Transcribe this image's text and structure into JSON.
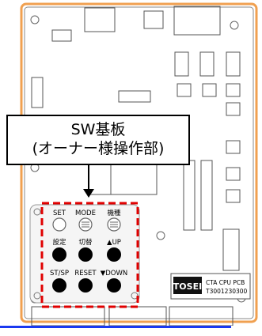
{
  "callout": {
    "line1": "SW基板",
    "line2": "(オーナー様操作部)"
  },
  "switch_panel": {
    "labels": [
      "SET",
      "MODE",
      "機種",
      "設定",
      "切替",
      "▲UP",
      "ST/SP",
      "RESET",
      "▼DOWN"
    ]
  },
  "pcb_label": {
    "brand": "TOSEI",
    "line1": "CTA CPU PCB",
    "line2": "T3001230300"
  },
  "colors": {
    "board_border": "#f0a050",
    "dashed_box": "#e00000",
    "underline": "#1a39f0"
  }
}
